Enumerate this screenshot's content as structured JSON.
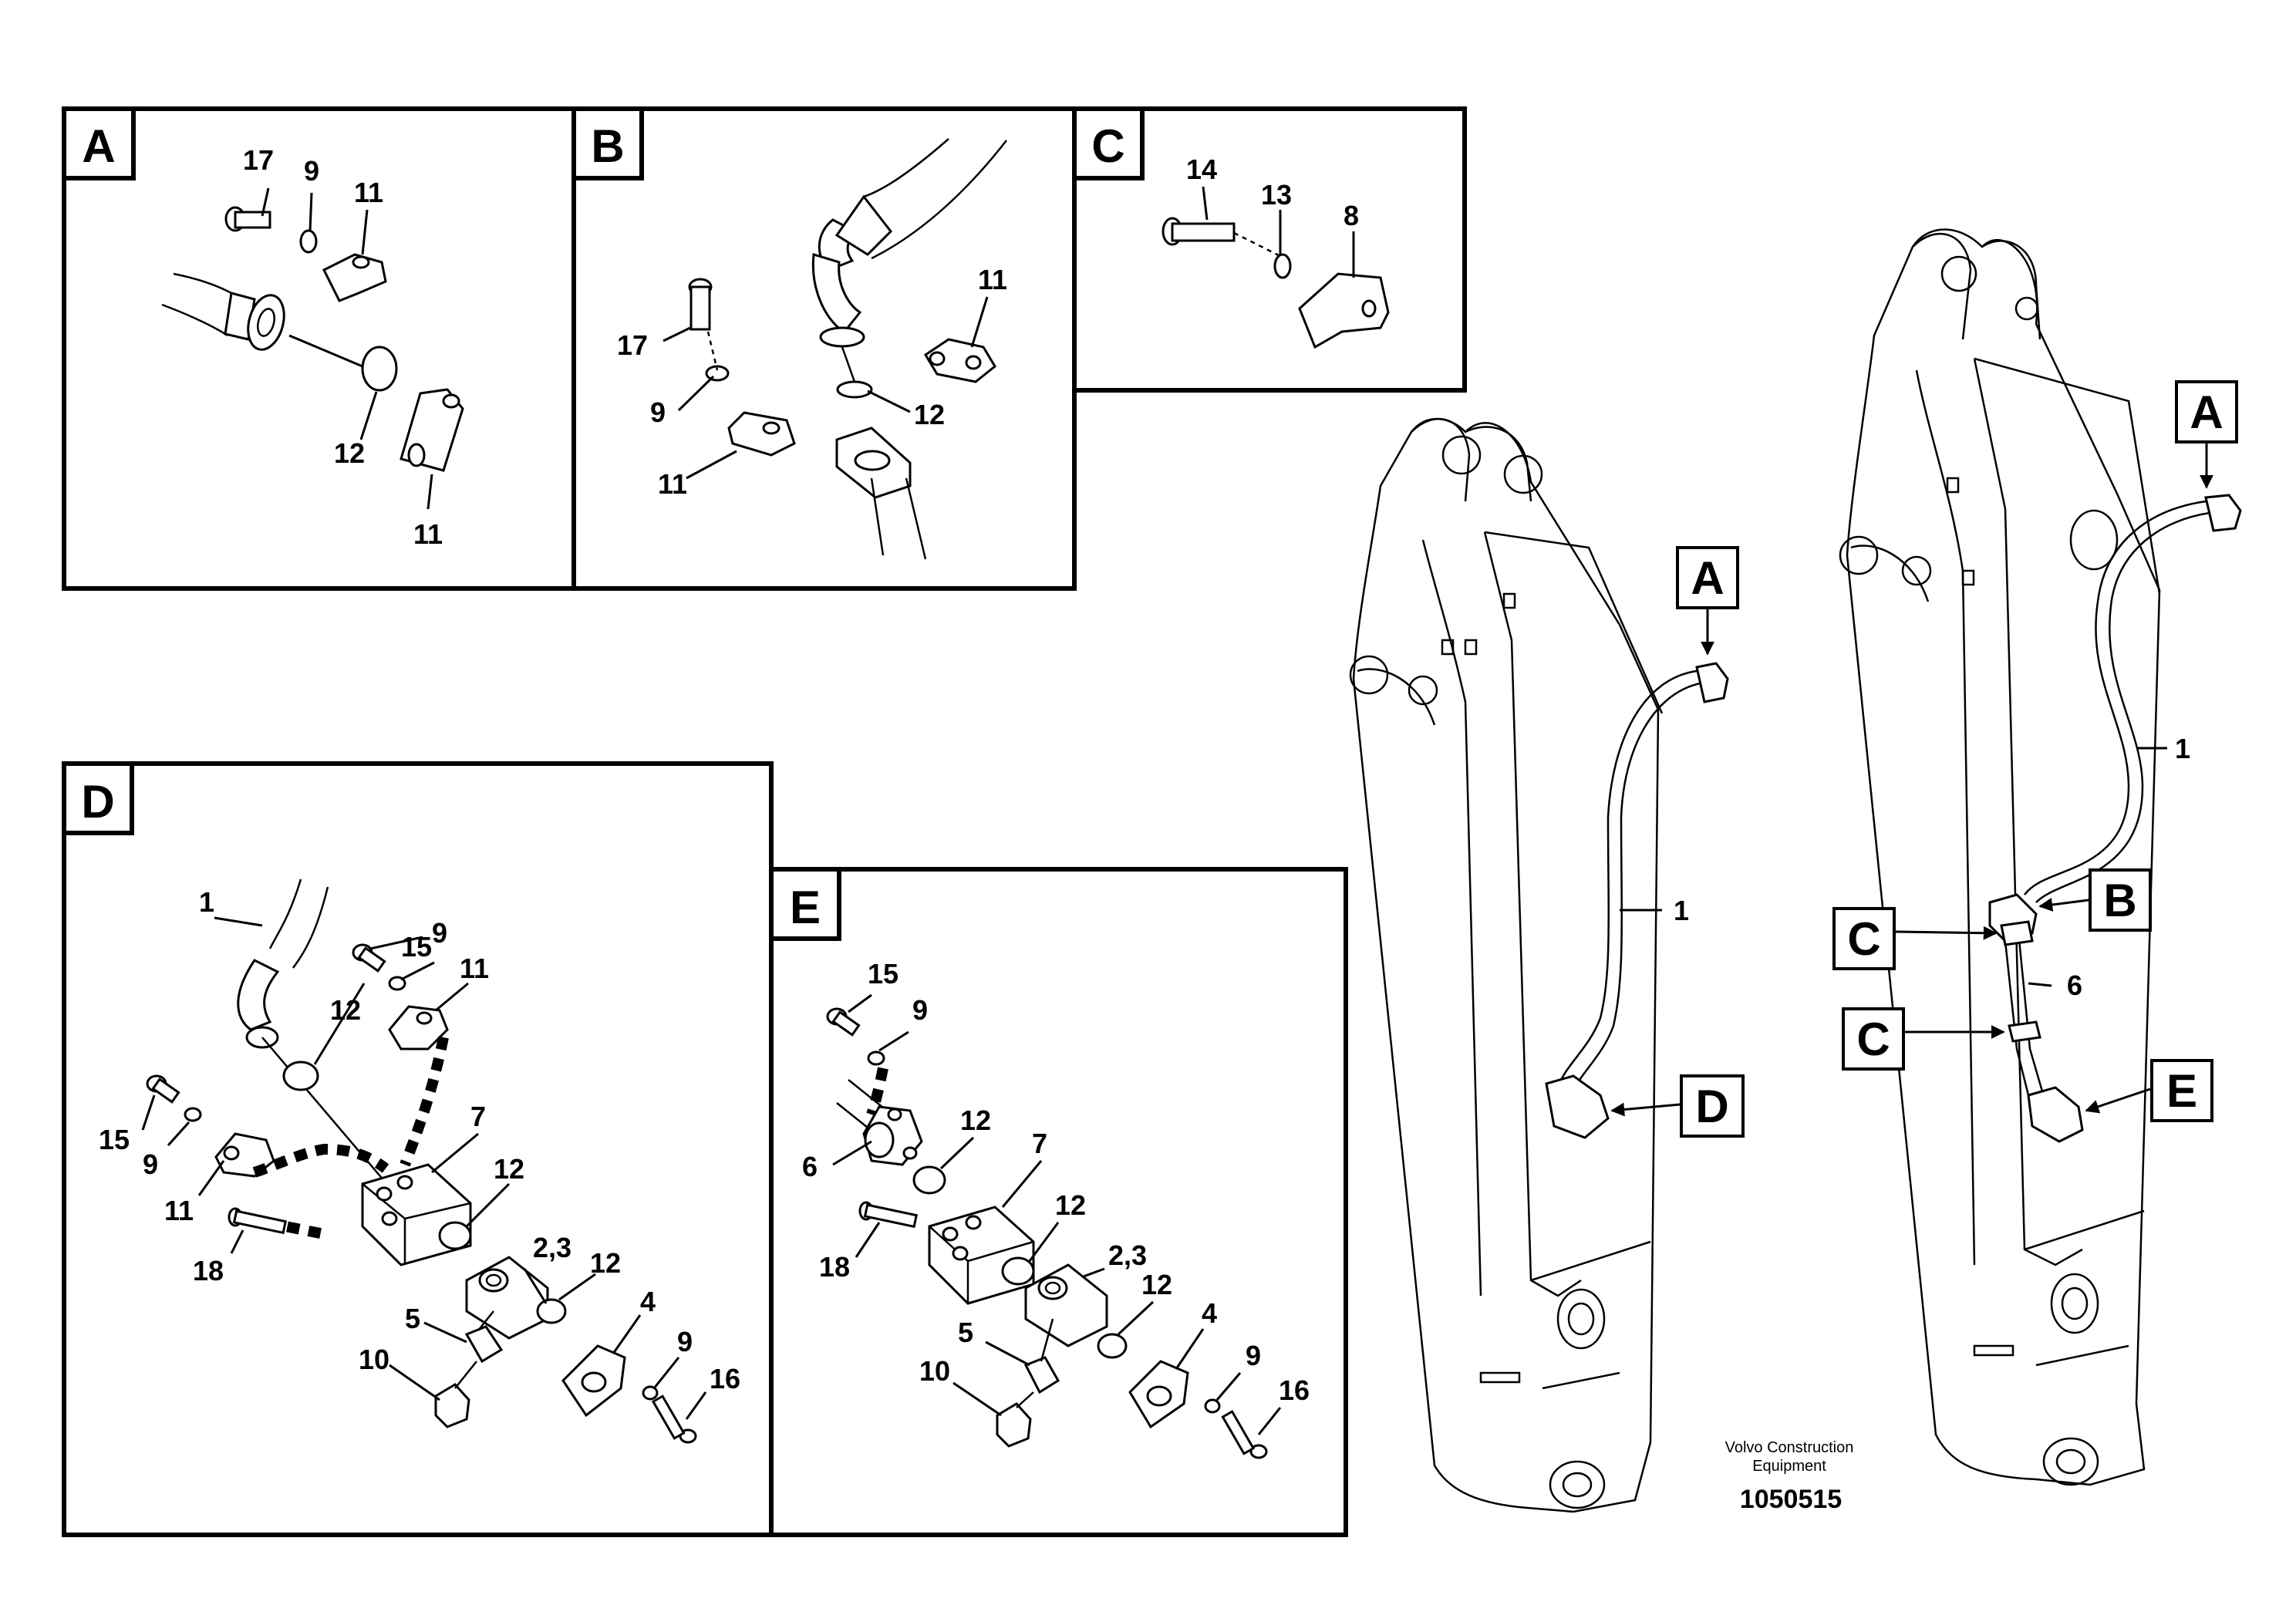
{
  "panels": {
    "A": {
      "letter": "A",
      "labels": [
        "17",
        "9",
        "11",
        "12",
        "11"
      ]
    },
    "B": {
      "letter": "B",
      "labels": [
        "17",
        "9",
        "11",
        "11",
        "12"
      ]
    },
    "C": {
      "letter": "C",
      "labels": [
        "14",
        "13",
        "8"
      ]
    },
    "D": {
      "letter": "D",
      "labels": [
        "1",
        "15",
        "9",
        "11",
        "12",
        "7",
        "15",
        "9",
        "11",
        "12",
        "2,3",
        "18",
        "12",
        "4",
        "5",
        "9",
        "10",
        "16"
      ]
    },
    "E": {
      "letter": "E",
      "labels": [
        "15",
        "9",
        "12",
        "7",
        "6",
        "12",
        "2,3",
        "18",
        "12",
        "5",
        "4",
        "9",
        "10",
        "16"
      ]
    }
  },
  "boom_left": {
    "callouts": [
      "A",
      "D"
    ],
    "labels": [
      "1"
    ]
  },
  "boom_right": {
    "callouts": [
      "A",
      "B",
      "C",
      "C",
      "E"
    ],
    "labels": [
      "1",
      "6"
    ]
  },
  "footer": {
    "company_line1": "Volvo Construction",
    "company_line2": "Equipment",
    "doc_number": "1050515"
  }
}
